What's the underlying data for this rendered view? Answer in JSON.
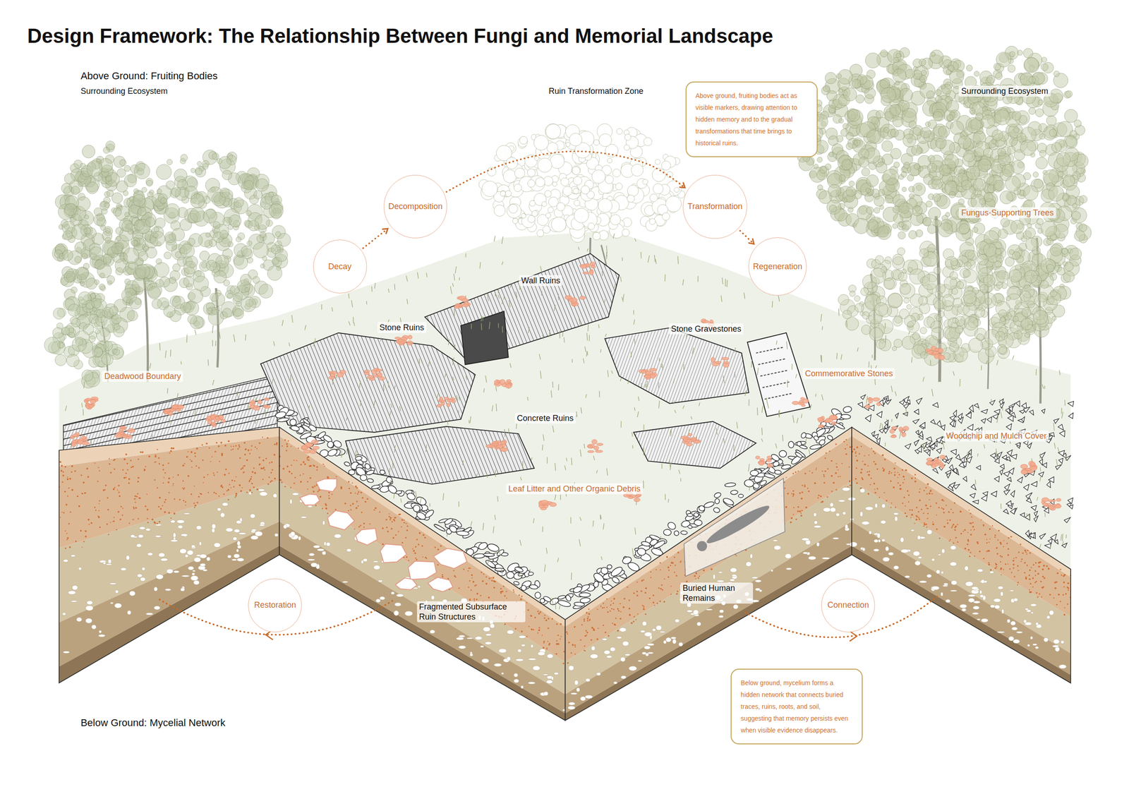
{
  "diagram": {
    "title": "Design Framework: The Relationship Between Fungi and Memorial Landscape",
    "nodes": [
      {
        "text": [
          "Decay"
        ]
      },
      {
        "text": [
          "Decomposition"
        ]
      },
      {
        "text": [
          "Transformation"
        ]
      },
      {
        "text": [
          "Regeneration"
        ]
      },
      {
        "text": [
          "Above ground, fruiting bodies act as visible markers, drawing attention to hidden memory and to the gradual transformations that time brings to historical ruins."
        ]
      },
      {
        "text": [
          "Restoration"
        ]
      },
      {
        "text": [
          "Connection"
        ]
      },
      {
        "text": [
          "Below ground, mycelium forms a hidden network that connects buried traces, ruins, roots, and soil, suggesting that memory persists even when visible evidence disappears."
        ]
      }
    ],
    "edges": [
      {
        "from": 0,
        "to": 1,
        "arrow": "to"
      },
      {
        "from": 1,
        "to": 2,
        "arrow": "to"
      },
      {
        "from": 2,
        "to": 3,
        "arrow": "to"
      }
    ],
    "labels": [
      "Above Ground: Fruiting Bodies",
      "Surrounding Ecosystem",
      "Ruin Transformation Zone",
      "Surrounding Ecosystem",
      "Fungus-Supporting Trees",
      "Wall Ruins",
      "Stone Ruins",
      "Stone Gravestones",
      "Deadwood Boundary",
      "Commemorative Stones",
      "Concrete Ruins",
      "Woodchip and Mulch Cover",
      "Leaf Litter and Other Organic Debris",
      "Fragmented Subsurface Ruin Structures",
      "Buried Human Remains",
      "Below Ground: Mycelial Network"
    ]
  }
}
